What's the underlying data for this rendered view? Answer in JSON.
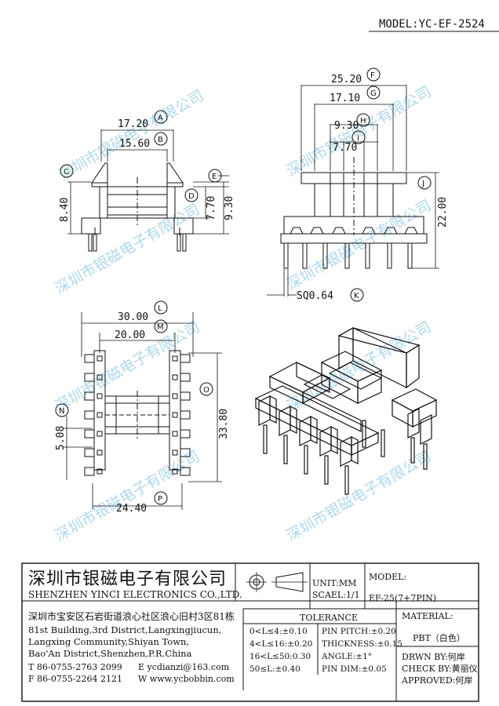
{
  "header": {
    "model": "MODEL:YC-EF-2524"
  },
  "dims": {
    "a": {
      "value": "17.20",
      "letter": "A"
    },
    "b": {
      "value": "15.60",
      "letter": "B"
    },
    "c": {
      "value": "8.40",
      "letter": "C"
    },
    "d": {
      "value": "7.70",
      "letter": "D"
    },
    "e": {
      "value": "9.30",
      "letter": "E"
    },
    "f": {
      "value": "25.20",
      "letter": "F"
    },
    "g": {
      "value": "17.10",
      "letter": "G"
    },
    "h": {
      "value": "9.30",
      "letter": "H"
    },
    "i": {
      "value": "7.70",
      "letter": "I"
    },
    "j": {
      "value": "22.00",
      "letter": "J"
    },
    "k": {
      "value": "SQ0.64",
      "letter": "K"
    },
    "l": {
      "value": "30.00",
      "letter": "L"
    },
    "m": {
      "value": "20.00",
      "letter": "M"
    },
    "n": {
      "value": "5.08",
      "letter": "N"
    },
    "o": {
      "value": "33.80",
      "letter": "O"
    },
    "p": {
      "value": "24.40",
      "letter": "P"
    }
  },
  "watermark": {
    "text": "深圳市银磁电子有限公司"
  },
  "titleblock": {
    "company_cn": "深圳市银磁电子有限公司",
    "company_en": "SHENZHEN YINCI ELECTRONICS CO.,LTD.",
    "address_cn": "深圳市宝安区石岩街道浪心社区浪心旧村3区81栋",
    "address_en": [
      "81st Building,3rd District,Langxingjiucun,",
      "Langxing Community,Shiyan Town,",
      "Bao'An District,Shenzhen,P.R.China"
    ],
    "tel": "T 86-0755-2763 2099",
    "email": "E ycdianzi@163.com",
    "fax": "F 86-0755-2264 2121",
    "web": "W www.ycbobbin.com",
    "unit": "UNIT:MM",
    "scale": "SCAEL:1/1",
    "model_label": "MODEL:",
    "model_value": "EF-25(7+7PIN)",
    "material_label": "MATERIAL:",
    "material_value": "PBT（白色）",
    "tolerance_label": "TOLERANCE",
    "tolerances": [
      "0<L≤4:±0.10",
      "4<L≤16:±0.20",
      "16<L≤50:0.30",
      "50≤L:±0.40"
    ],
    "specs": [
      "PIN PITCH:±0.20",
      "THICKNESS:±0.15",
      "ANGLE:±1°",
      "PIN DIM:±0.05"
    ],
    "drawn": "DRWN BY:何岸",
    "check": "CHECK BY:黄丽仪",
    "approved": "APPROVED:何岸"
  }
}
